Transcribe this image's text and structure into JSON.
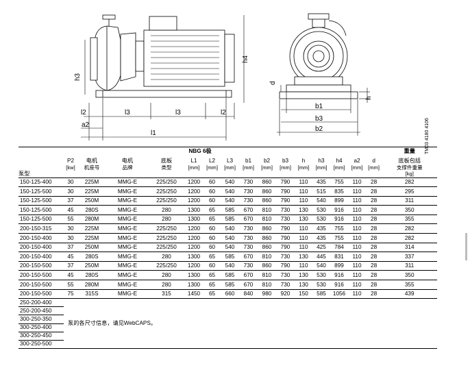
{
  "drawing": {
    "labels": [
      "l2",
      "l3",
      "l3",
      "l2",
      "a2",
      "l1",
      "h3",
      "h4",
      "d",
      "h",
      "b1",
      "b3",
      "b2"
    ],
    "doc_code": "TM03 4180 4106"
  },
  "table": {
    "header": {
      "group_title": "NBG 6极",
      "weight_title": "重量",
      "columns": [
        {
          "line1": "泵型",
          "line2": "",
          "line3": ""
        },
        {
          "line1": "P2",
          "line2": "[kw]",
          "line3": ""
        },
        {
          "line1": "电机",
          "line2": "机座号",
          "line3": ""
        },
        {
          "line1": "电机",
          "line2": "品牌",
          "line3": ""
        },
        {
          "line1": "底板",
          "line2": "类型",
          "line3": ""
        },
        {
          "line1": "L1",
          "line2": "[mm]",
          "line3": ""
        },
        {
          "line1": "L2",
          "line2": "[mm]",
          "line3": ""
        },
        {
          "line1": "L3",
          "line2": "[mm]",
          "line3": ""
        },
        {
          "line1": "b1",
          "line2": "[mm]",
          "line3": ""
        },
        {
          "line1": "b2",
          "line2": "[mm]",
          "line3": ""
        },
        {
          "line1": "b3",
          "line2": "[mm]",
          "line3": ""
        },
        {
          "line1": "h",
          "line2": "[mm]",
          "line3": ""
        },
        {
          "line1": "h3",
          "line2": "[mm]",
          "line3": ""
        },
        {
          "line1": "h4",
          "line2": "[mm]",
          "line3": ""
        },
        {
          "line1": "a2",
          "line2": "[mm]",
          "line3": ""
        },
        {
          "line1": "d",
          "line2": "[mm]",
          "line3": ""
        },
        {
          "line1": "底板包括",
          "line2": "支撑件重量",
          "line3": "[kg]"
        }
      ]
    },
    "rows": [
      [
        "150-125-400",
        "30",
        "225M",
        "MMG-E",
        "225/250",
        "1200",
        "60",
        "540",
        "730",
        "860",
        "790",
        "110",
        "435",
        "755",
        "110",
        "28",
        "282"
      ],
      [
        "150-125-500",
        "30",
        "225M",
        "MMG-E",
        "225/250",
        "1200",
        "60",
        "540",
        "730",
        "860",
        "790",
        "110",
        "515",
        "835",
        "110",
        "28",
        "295"
      ],
      [
        "150-125-500",
        "37",
        "250M",
        "MMG-E",
        "225/250",
        "1200",
        "60",
        "540",
        "730",
        "860",
        "790",
        "110",
        "540",
        "899",
        "110",
        "28",
        "311"
      ],
      [
        "150-125-500",
        "45",
        "280S",
        "MMG-E",
        "280",
        "1300",
        "65",
        "585",
        "670",
        "810",
        "730",
        "130",
        "530",
        "916",
        "110",
        "28",
        "350"
      ],
      [
        "150-125-500",
        "55",
        "280M",
        "MMG-E",
        "280",
        "1300",
        "65",
        "585",
        "670",
        "810",
        "730",
        "130",
        "530",
        "916",
        "110",
        "28",
        "355"
      ],
      [
        "200-150-315",
        "30",
        "225M",
        "MMG-E",
        "225/250",
        "1200",
        "60",
        "540",
        "730",
        "860",
        "790",
        "110",
        "435",
        "755",
        "110",
        "28",
        "282"
      ],
      [
        "200-150-400",
        "30",
        "225M",
        "MMG-E",
        "225/250",
        "1200",
        "60",
        "540",
        "730",
        "860",
        "790",
        "110",
        "435",
        "755",
        "110",
        "28",
        "282"
      ],
      [
        "200-150-400",
        "37",
        "250M",
        "MMG-E",
        "225/250",
        "1200",
        "60",
        "540",
        "730",
        "860",
        "790",
        "110",
        "425",
        "784",
        "110",
        "28",
        "314"
      ],
      [
        "200-150-400",
        "45",
        "280S",
        "MMG-E",
        "280",
        "1300",
        "65",
        "585",
        "670",
        "810",
        "730",
        "130",
        "445",
        "831",
        "110",
        "28",
        "337"
      ],
      [
        "200-150-500",
        "37",
        "250M",
        "MMG-E",
        "225/250",
        "1200",
        "60",
        "540",
        "730",
        "860",
        "790",
        "110",
        "540",
        "899",
        "110",
        "28",
        "311"
      ],
      [
        "200-150-500",
        "45",
        "280S",
        "MMG-E",
        "280",
        "1300",
        "65",
        "585",
        "670",
        "810",
        "730",
        "130",
        "530",
        "916",
        "110",
        "28",
        "350"
      ],
      [
        "200-150-500",
        "55",
        "280M",
        "MMG-E",
        "280",
        "1300",
        "65",
        "585",
        "670",
        "810",
        "730",
        "130",
        "530",
        "916",
        "110",
        "28",
        "355"
      ],
      [
        "200-150-500",
        "75",
        "315S",
        "MMG-E",
        "315",
        "1450",
        "65",
        "660",
        "840",
        "980",
        "920",
        "150",
        "585",
        "1056",
        "110",
        "28",
        "439"
      ]
    ],
    "extra_models": [
      "250-200-400",
      "250-200-450",
      "300-250-350",
      "300-250-400",
      "300-250-450",
      "300-250-500"
    ],
    "note": "泵的各尺寸信息，请见WebCAPS。"
  }
}
